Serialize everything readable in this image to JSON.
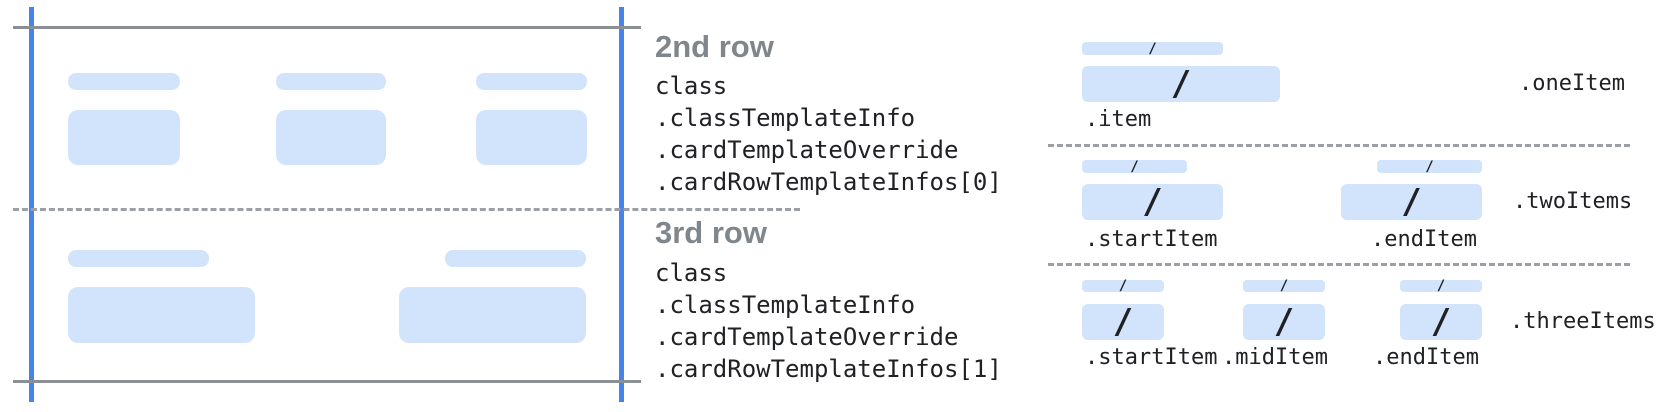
{
  "colors": {
    "bar_fill": "#d2e3fc",
    "guide_blue": "#4683ea",
    "edge_gray": "#8b9096",
    "dash_gray": "#9aa0a6",
    "heading_gray": "#7f868c",
    "code_dark": "#202124"
  },
  "card_rows": [
    {
      "title": "2nd row",
      "path": [
        "class",
        ".classTemplateInfo",
        ".cardTemplateOverride",
        ".cardRowTemplateInfos[0]"
      ],
      "placeholder_cells": 3
    },
    {
      "title": "3rd row",
      "path": [
        "class",
        ".classTemplateInfo",
        ".cardTemplateOverride",
        ".cardRowTemplateInfos[1]"
      ],
      "placeholder_cells": 2
    }
  ],
  "item_layouts": [
    {
      "name": ".oneItem",
      "item_labels": [
        ".item"
      ]
    },
    {
      "name": ".twoItems",
      "item_labels": [
        ".startItem",
        ".endItem"
      ]
    },
    {
      "name": ".threeItems",
      "item_labels": [
        ".startItem",
        ".midItem",
        ".endItem"
      ]
    }
  ],
  "slash_glyph": "/"
}
